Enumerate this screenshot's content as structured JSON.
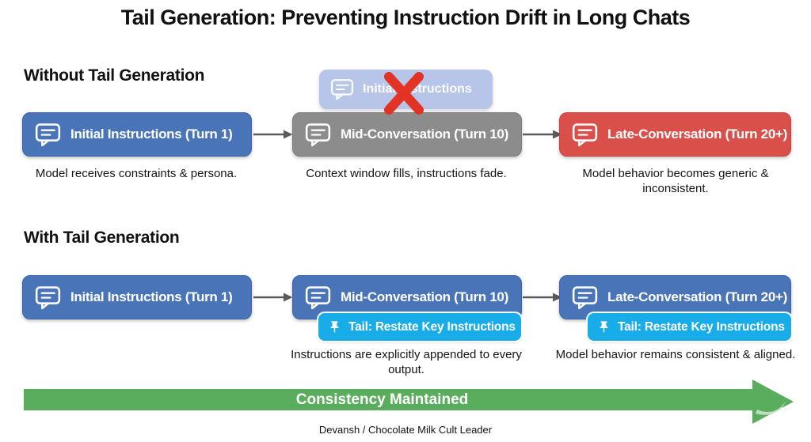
{
  "title": "Tail Generation: Preventing Instruction Drift in Long Chats",
  "footer": "Devansh / Chocolate Milk Cult Leader",
  "banner": {
    "label": "Consistency Maintained"
  },
  "colors": {
    "node_blue": "#4a74b8",
    "node_gray": "#8c8c8c",
    "node_red": "#d94f4a",
    "tail_cyan": "#18ade8",
    "banner_green": "#5aad5c",
    "ghost_blue": "#b7c6e8",
    "cross_red": "#e23325",
    "connector_gray": "#5a5a5a"
  },
  "icons": {
    "node": "chat-bubble-icon",
    "tail": "pushpin-icon",
    "blocked": "red-x-icon",
    "connector": "arrow-right-icon"
  },
  "sections": {
    "without": {
      "heading": "Without Tail Generation",
      "ghost": {
        "label": "Initial Instructions"
      },
      "nodes": [
        {
          "label": "Initial Instructions (Turn 1)",
          "caption": "Model receives constraints & persona."
        },
        {
          "label": "Mid-Conversation (Turn 10)",
          "caption": "Context window fills, instructions fade."
        },
        {
          "label": "Late-Conversation (Turn 20+)",
          "caption": "Model behavior becomes generic & inconsistent."
        }
      ]
    },
    "with_tail": {
      "heading": "With Tail Generation",
      "nodes": [
        {
          "label": "Initial Instructions (Turn 1)"
        },
        {
          "label": "Mid-Conversation (Turn 10)",
          "tail_label": "Tail: Restate Key Instructions",
          "caption": "Instructions are explicitly appended to every output."
        },
        {
          "label": "Late-Conversation (Turn 20+)",
          "tail_label": "Tail: Restate Key Instructions",
          "caption": "Model behavior remains consistent & aligned."
        }
      ]
    }
  }
}
